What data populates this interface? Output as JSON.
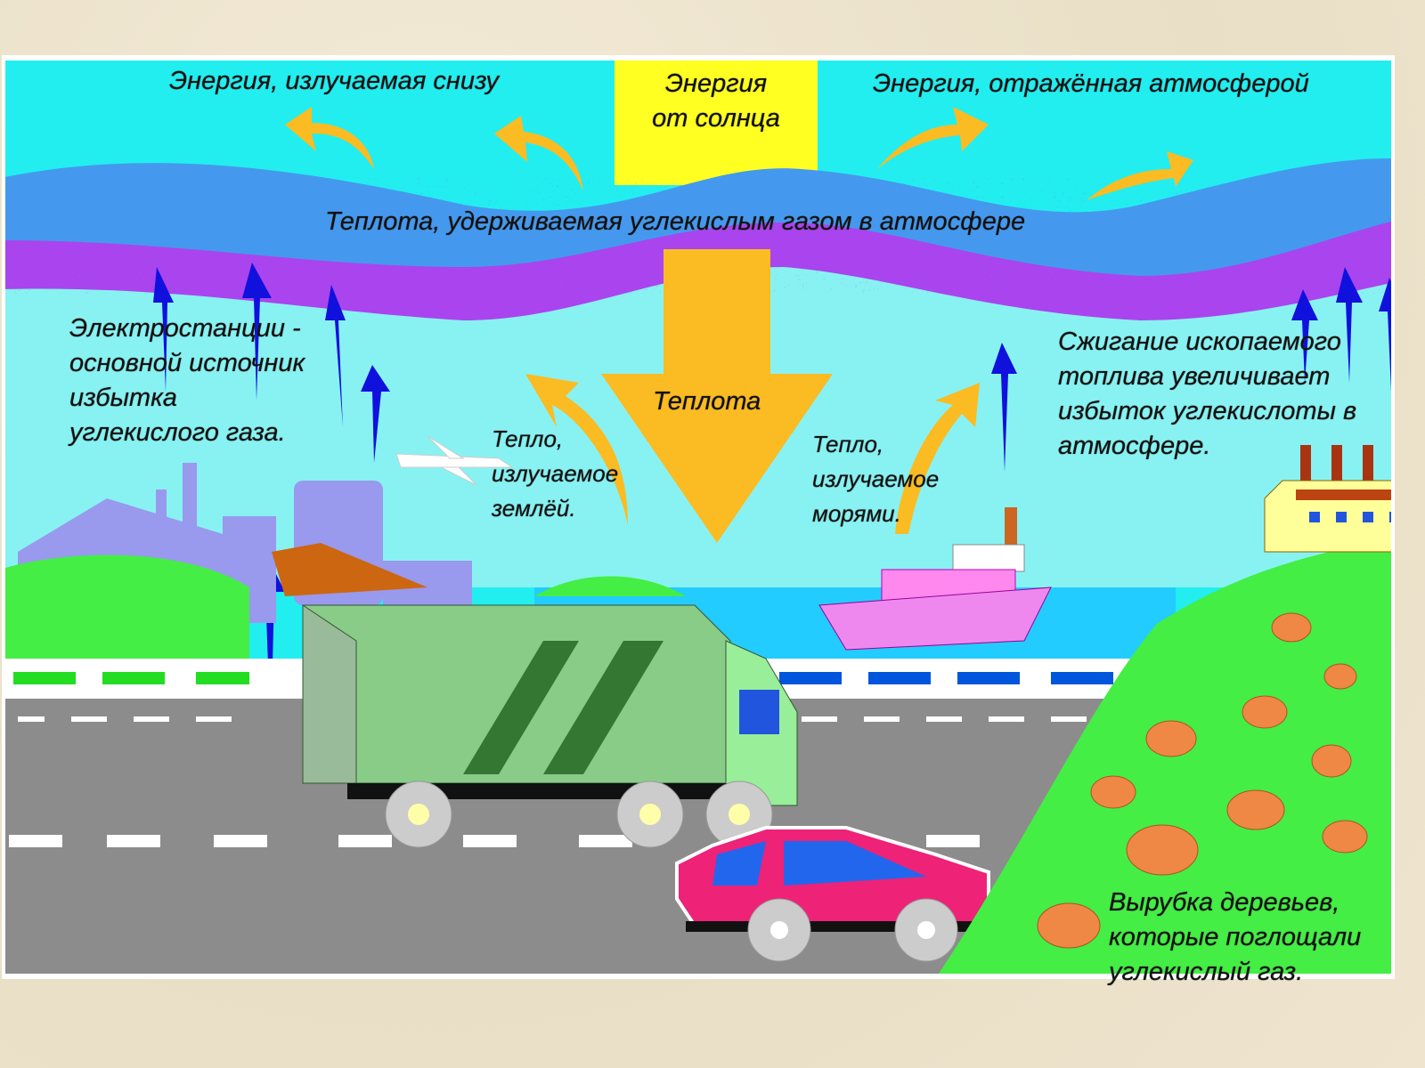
{
  "labels": {
    "energy_from_below": "Энергия, излучаемая снизу",
    "energy_from_sun": [
      "Энергия",
      "от  солнца"
    ],
    "energy_reflected": "Энергия, отражённая атмосферой",
    "heat_retained": "Теплота, удерживаемая углекислым газом в атмосфере",
    "heat": "Теплота",
    "power_plants": [
      "Электростанции -",
      "основной источник",
      "избытка",
      "углекислого газа."
    ],
    "heat_from_earth": [
      "Тепло,",
      "излучаемое",
      "землёй."
    ],
    "heat_from_seas": [
      "Тепло,",
      "излучаемое",
      "морями."
    ],
    "fossil_fuel": [
      "Сжигание ископаемого",
      "топлива увеличивает",
      "избыток углекислоты в",
      "атмосфере."
    ],
    "deforestation": [
      "Вырубка деревьев,",
      "которые поглощали",
      "углекислый газ."
    ]
  },
  "colors": {
    "sky": "#22eef0",
    "lower_sky": "#88f2f2",
    "sun_band": "#ffff22",
    "arrow": "#fbbb22",
    "atmosphere_blue": "#4499ee",
    "atmosphere_purple": "#aa44ee",
    "co2_arrow": "#1111dd",
    "road": "#8c8c8c",
    "grass": "#44ee44"
  }
}
